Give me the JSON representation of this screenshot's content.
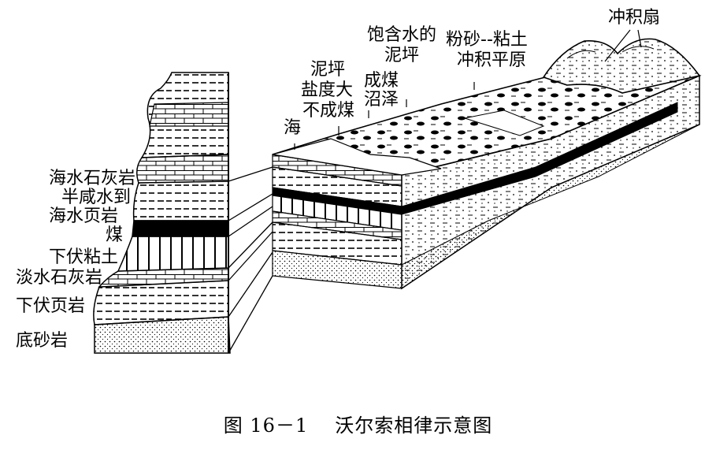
{
  "figure": {
    "caption_number": "图 16－1",
    "caption_title": "沃尔索相律示意图"
  },
  "column_labels": {
    "marine_limestone": "海水石灰岩",
    "brackish_to_marine_shale_1": "半咸水到",
    "brackish_to_marine_shale_2": "海水页岩",
    "coal": "煤",
    "underclay": "下伏粘土",
    "freshwater_limestone": "淡水石灰岩",
    "underlying_shale": "下伏页岩",
    "basal_sandstone": "底砂岩"
  },
  "block_labels": {
    "sea": "海",
    "mudflat_1": "泥坪",
    "mudflat_2": "盐度大",
    "mudflat_3": "不成煤",
    "swamp_1": "成煤",
    "swamp_2": "沼泽",
    "saturated_1": "饱含水的",
    "saturated_2": "泥坪",
    "floodplain_1": "粉砂--粘土",
    "floodplain_2": "冲积平原",
    "alluvial_fan": "冲积扇"
  }
}
